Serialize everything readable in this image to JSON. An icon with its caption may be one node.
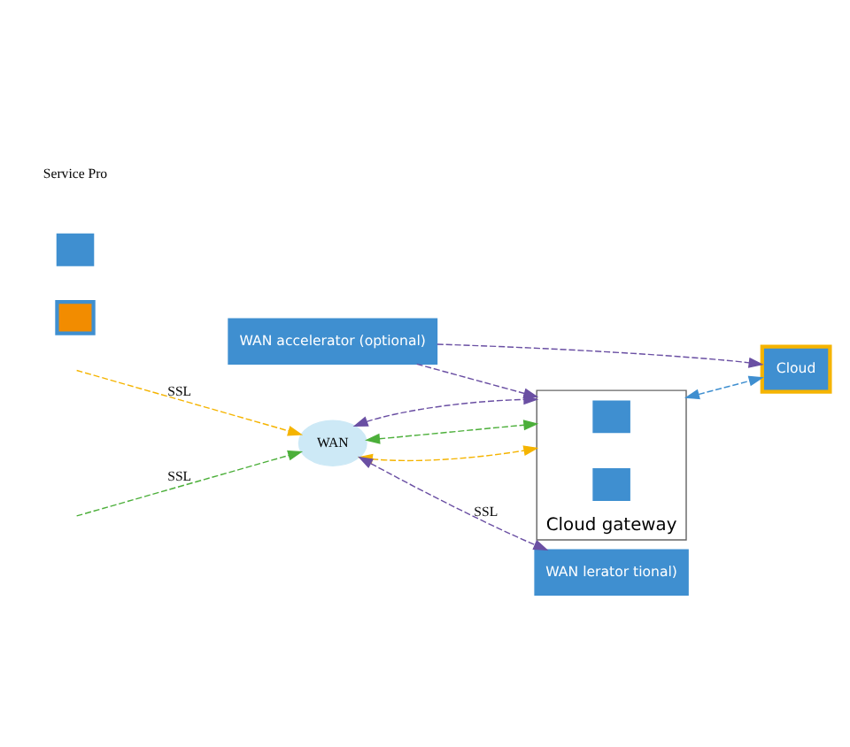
{
  "diagram": {
    "nodes": [
      {
        "text": [
          "WAN"
        ]
      },
      {
        "text": [
          "Cloud gateway"
        ]
      },
      {
        "text": [],
        "shape": "box",
        "in": 1
      },
      {
        "text": [],
        "shape": "box",
        "in": 1
      },
      {
        "text": [],
        "shape": "box"
      },
      {
        "text": [
          "Cloud"
        ]
      },
      {
        "text": [
          "WAN accelerator (optional)"
        ]
      },
      {
        "text": [
          "WAN lerator tional)"
        ]
      },
      {
        "text": [],
        "shape": "box"
      }
    ],
    "edges": [
      {
        "from": null,
        "to": 0,
        "arrow": "to",
        "label": "SSL",
        "style": "dashed",
        "color": "#f5b400"
      },
      {
        "from": null,
        "to": 0,
        "arrow": "to",
        "label": "SSL",
        "style": "dashed",
        "color": "#4caf3a"
      },
      {
        "from": 0,
        "to": 7,
        "arrow": "both",
        "label": "SSL",
        "style": "dashed",
        "color": "#6a4fa3"
      },
      {
        "from": 0,
        "to": 1,
        "arrow": "both",
        "style": "dashed",
        "color": "#f5b400"
      },
      {
        "from": 0,
        "to": 1,
        "arrow": "both",
        "style": "dashed",
        "color": "#4caf3a"
      },
      {
        "from": 0,
        "to": 1,
        "arrow": "both",
        "style": "dashed",
        "color": "#6a4fa3"
      },
      {
        "from": 1,
        "to": 5,
        "arrow": "both",
        "style": "dashed",
        "color": "#3f8fd0"
      },
      {
        "from": 6,
        "to": 1,
        "arrow": "to",
        "style": "dashed",
        "color": "#6a4fa3"
      },
      {
        "from": 6,
        "to": 5,
        "arrow": "to",
        "style": "dashed",
        "color": "#6a4fa3"
      }
    ],
    "labels": [
      "Service Pro"
    ]
  }
}
